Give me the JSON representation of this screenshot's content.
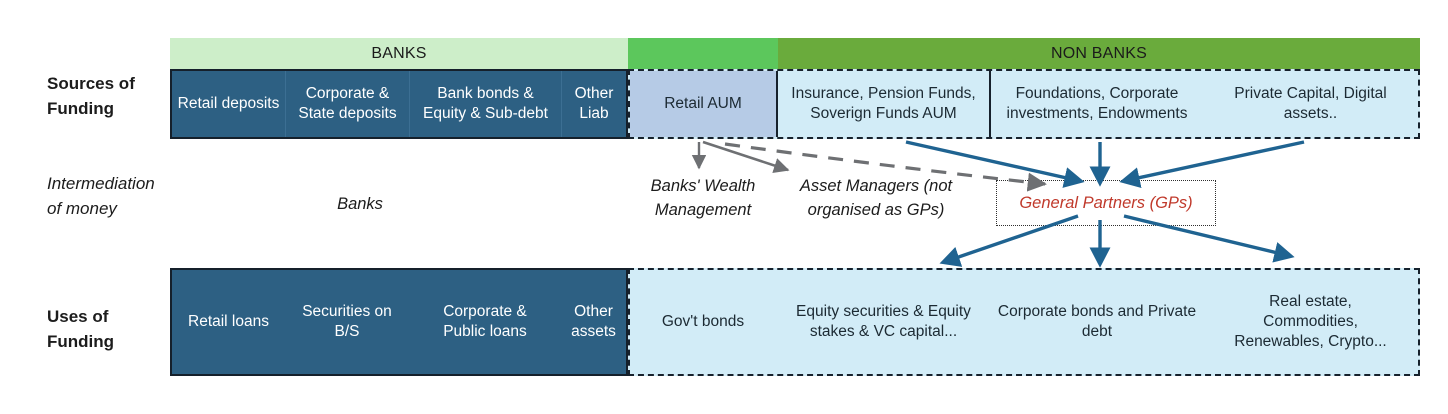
{
  "row_labels": {
    "sources": "Sources of\nFunding",
    "sources_line1": "Sources of",
    "sources_line2": "Funding",
    "intermediation_line1": "Intermediation",
    "intermediation_line2": "of money",
    "uses_line1": "Uses of",
    "uses_line2": "Funding"
  },
  "headers": {
    "banks": "BANKS",
    "middle": "",
    "non_banks": "NON BANKS"
  },
  "colors": {
    "header_banks_green": "#cdeec9",
    "header_mid_green": "#5cc75c",
    "header_nonbanks_green": "#6aab3c",
    "bank_block_blue": "#2d6083",
    "retail_aum_blue": "#b6cbe6",
    "nonbank_light_blue": "#d2ecf7",
    "arrow_blue": "#1f6391",
    "arrow_gray": "#6e7073",
    "gp_text_red": "#c0392b",
    "border_dark": "#16212c"
  },
  "sources_of_funding": {
    "bank_cells": [
      "Retail deposits",
      "Corporate &\nState deposits",
      "Bank bonds &\nEquity & Sub-debt",
      "Other\nLiab"
    ],
    "bank_cells_lines": [
      [
        "Retail deposits"
      ],
      [
        "Corporate &",
        "State deposits"
      ],
      [
        "Bank bonds &",
        "Equity & Sub-debt"
      ],
      [
        "Other",
        "Liab"
      ]
    ],
    "retail_aum": "Retail AUM",
    "nonbank_cells_lines": [
      [
        "Insurance, Pension Funds,",
        "Soverign Funds AUM"
      ],
      [
        "Foundations, Corporate",
        "investments, Endowments"
      ],
      [
        "Private Capital, Digital",
        "assets.."
      ]
    ]
  },
  "intermediation_of_money": {
    "banks": "Banks",
    "banks_wealth_management_lines": [
      "Banks' Wealth",
      "Management"
    ],
    "asset_managers_lines": [
      "Asset Managers (not",
      "organised as GPs)"
    ],
    "general_partners": "General Partners (GPs)"
  },
  "uses_of_funding": {
    "bank_cells_lines": [
      [
        "Retail loans"
      ],
      [
        "Securities on",
        "B/S"
      ],
      [
        "Corporate &",
        "Public loans"
      ],
      [
        "Other",
        "assets"
      ]
    ],
    "nonbank_cells_lines": [
      [
        "Gov't bonds"
      ],
      [
        "Equity securities & Equity",
        "stakes & VC capital..."
      ],
      [
        "Corporate bonds and Private",
        "debt"
      ],
      [
        "Real estate,",
        "Commodities,",
        "Renewables, Crypto..."
      ]
    ]
  },
  "arrows": [
    {
      "name": "retail-aum-to-banks-wealth",
      "style": "solid",
      "color": "gray"
    },
    {
      "name": "retail-aum-to-asset-managers",
      "style": "solid",
      "color": "gray"
    },
    {
      "name": "retail-aum-to-general-partners",
      "style": "dashed",
      "color": "gray"
    },
    {
      "name": "insurance-pension-to-general-partners",
      "style": "solid",
      "color": "blue"
    },
    {
      "name": "foundations-corporate-to-general-partners",
      "style": "solid",
      "color": "blue"
    },
    {
      "name": "private-capital-to-general-partners",
      "style": "solid",
      "color": "blue"
    },
    {
      "name": "general-partners-to-equity-securities",
      "style": "solid",
      "color": "blue"
    },
    {
      "name": "general-partners-to-corporate-bonds",
      "style": "solid",
      "color": "blue"
    },
    {
      "name": "general-partners-to-real-estate",
      "style": "solid",
      "color": "blue"
    }
  ]
}
